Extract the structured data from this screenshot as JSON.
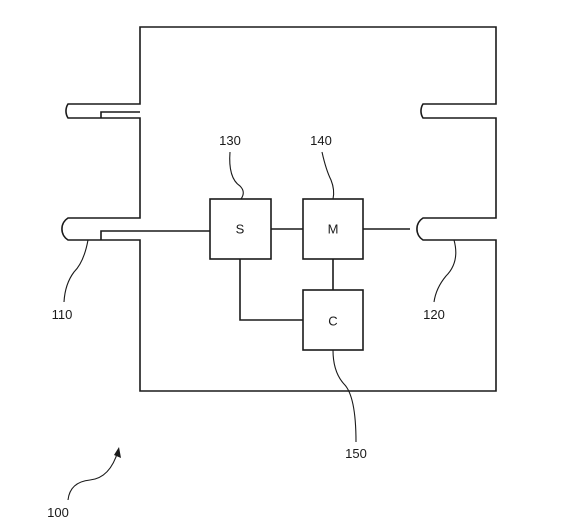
{
  "blocks": {
    "s_label": "S",
    "m_label": "M",
    "c_label": "C"
  },
  "refs": {
    "r100": "100",
    "r110": "110",
    "r120": "120",
    "r130": "130",
    "r140": "140",
    "r150": "150"
  }
}
